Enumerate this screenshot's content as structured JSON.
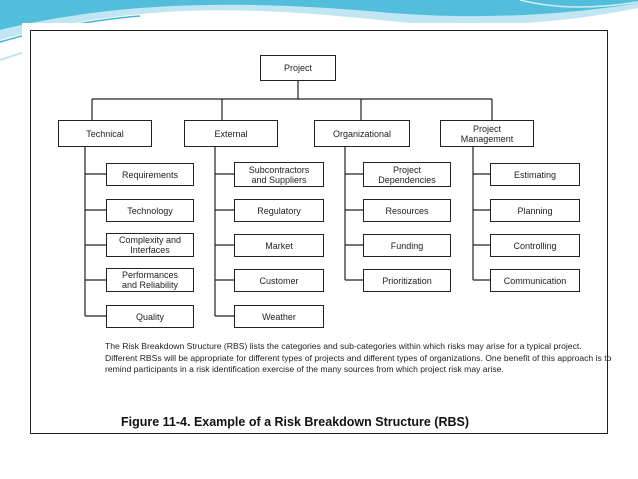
{
  "root": {
    "label": "Project"
  },
  "categories": [
    {
      "label": "Technical",
      "items": [
        "Requirements",
        "Technology",
        "Complexity and\nInterfaces",
        "Performances\nand Reliability",
        "Quality"
      ]
    },
    {
      "label": "External",
      "items": [
        "Subcontractors\nand Suppliers",
        "Regulatory",
        "Market",
        "Customer",
        "Weather"
      ]
    },
    {
      "label": "Organizational",
      "items": [
        "Project\nDependencies",
        "Resources",
        "Funding",
        "Prioritization"
      ]
    },
    {
      "label": "Project\nManagement",
      "items": [
        "Estimating",
        "Planning",
        "Controlling",
        "Communication"
      ]
    }
  ],
  "caption": "The Risk Breakdown Structure (RBS) lists the categories and sub-categories within which risks may arise for a typical project. Different RBSs will be appropriate for different types of projects and different types of organizations. One benefit of this approach is to remind participants in a risk identification exercise of the many sources from which project risk may arise.",
  "figure_title": "Figure 11-4. Example of a Risk Breakdown Structure (RBS)",
  "colors": {
    "slide_accent": "#3fb6d8",
    "slide_accent_light": "#bfe6f2",
    "ink": "#222222"
  }
}
